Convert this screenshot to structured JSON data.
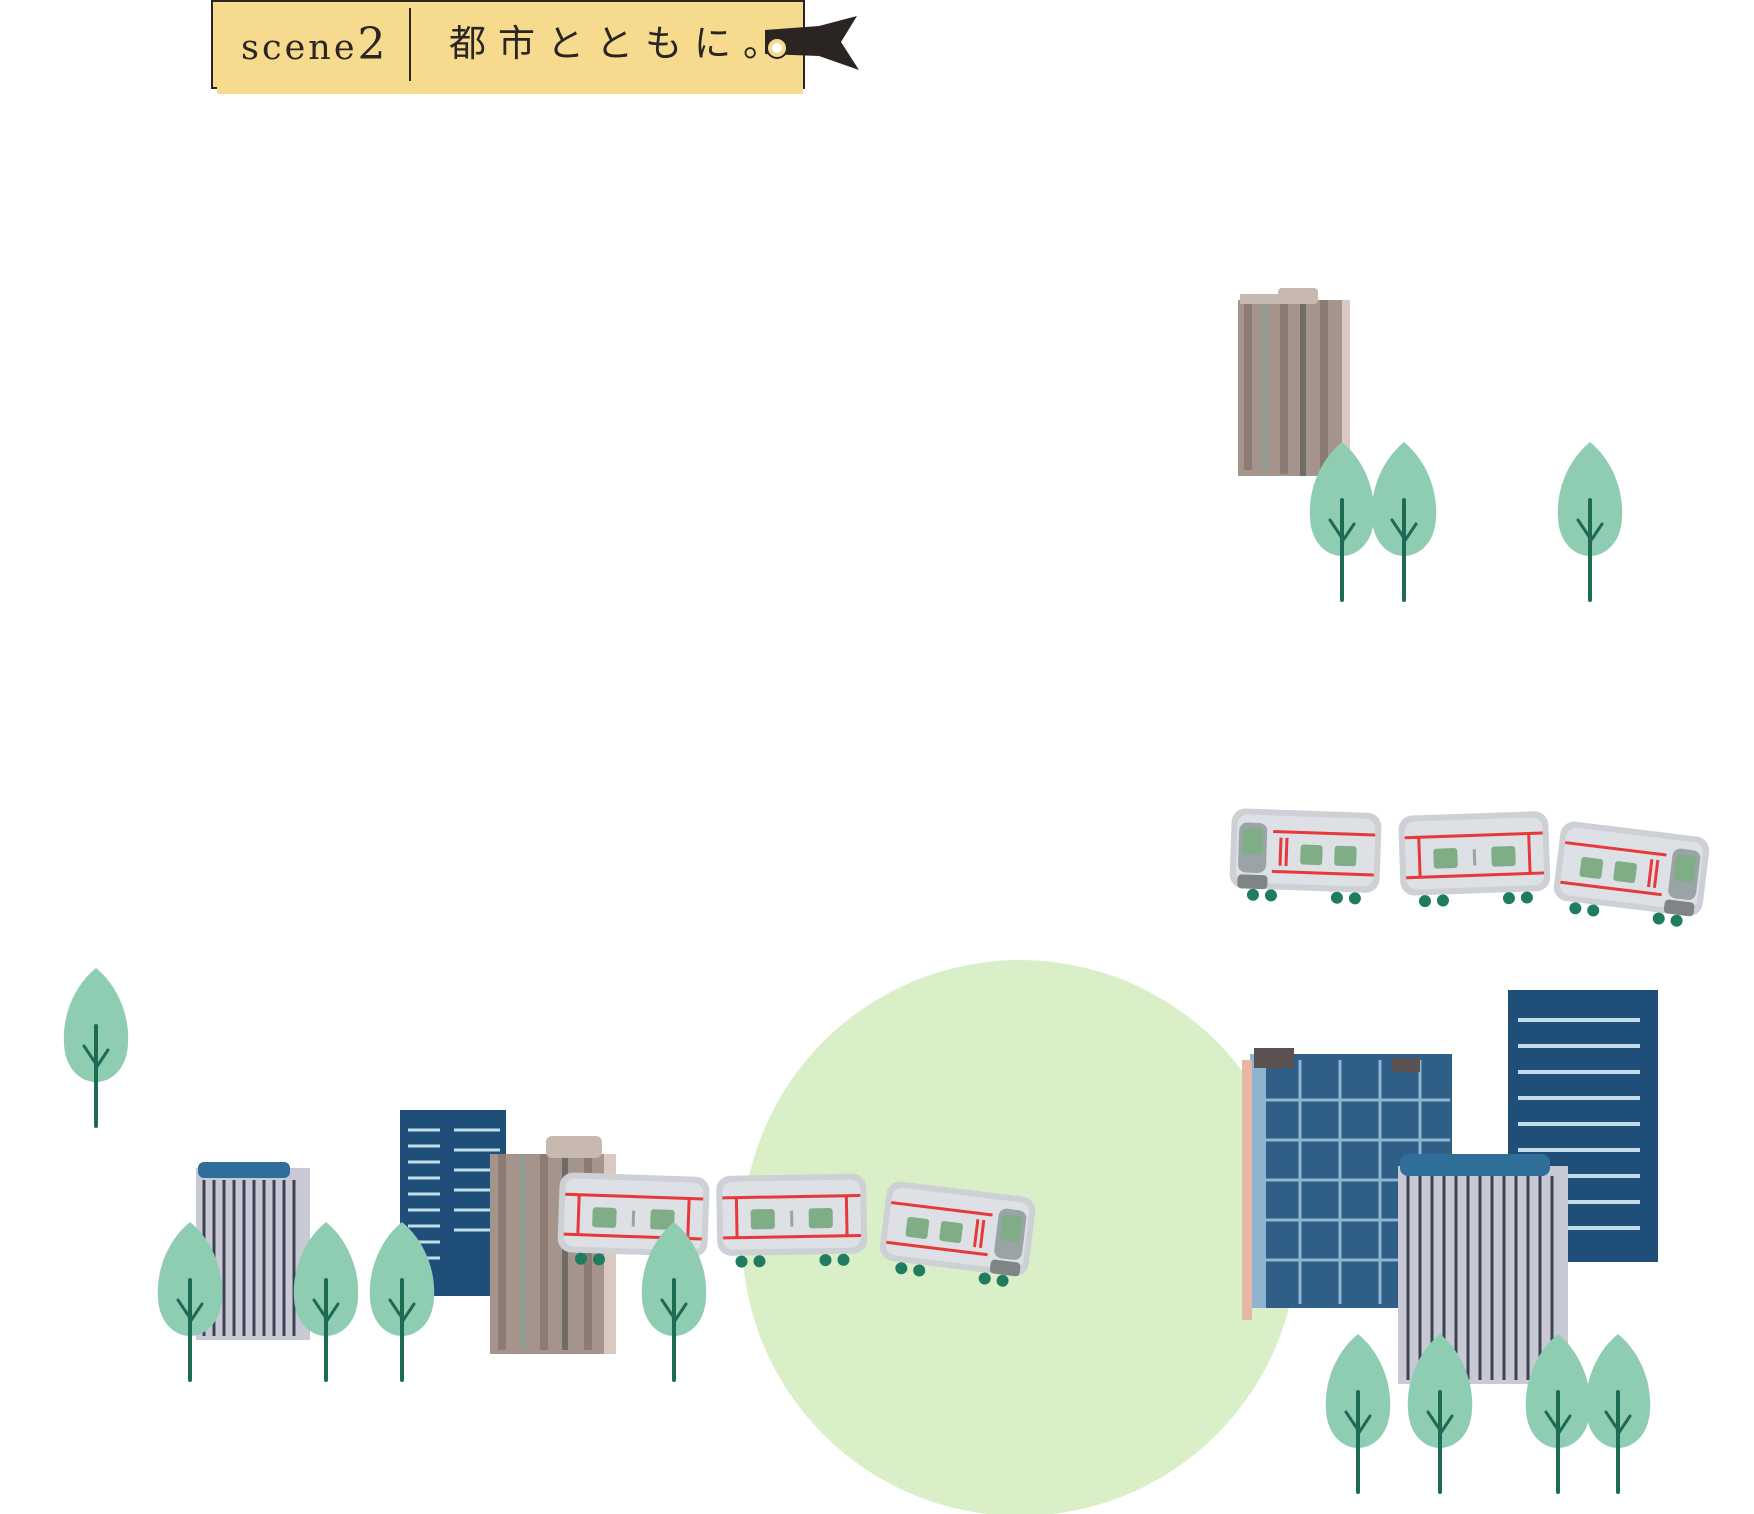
{
  "scene_label": {
    "prefix": "scene",
    "number": "2",
    "title": "都市とともに。"
  },
  "colors": {
    "label_bg": "#f6db8e",
    "ink": "#2a2523",
    "tree": "#8fcdb3",
    "tree_trunk": "#1e6b55",
    "building_navy": "#1f4f78",
    "building_blue": "#2f5f87",
    "building_beige": "#a5948b",
    "building_stripe": "#c9c9d6",
    "train_body": "#cdd1d6",
    "train_red": "#e8393a",
    "train_window": "#7fae86",
    "circle": "#d8efc8"
  }
}
